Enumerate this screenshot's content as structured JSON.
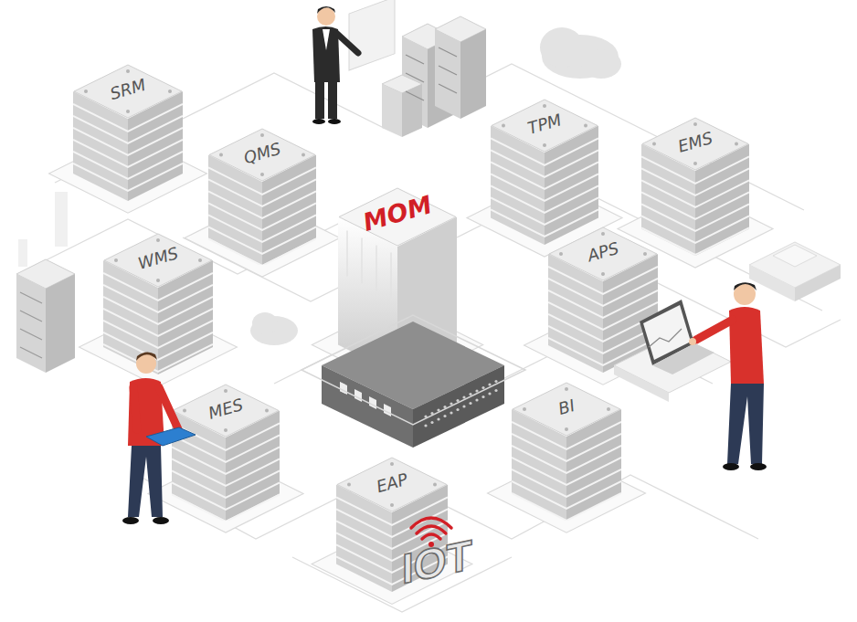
{
  "diagram": {
    "nodes": [
      {
        "text": [
          "SRM"
        ]
      },
      {
        "text": [
          "QMS"
        ]
      },
      {
        "text": [
          "TPM"
        ]
      },
      {
        "text": [
          "EMS"
        ]
      },
      {
        "text": [
          "MOM"
        ]
      },
      {
        "text": [
          "WMS"
        ]
      },
      {
        "text": [
          "APS"
        ]
      },
      {
        "text": [
          "MES"
        ]
      },
      {
        "text": [
          "BI"
        ]
      },
      {
        "text": [
          "EAP"
        ]
      }
    ],
    "labels": [
      "IOT"
    ]
  }
}
